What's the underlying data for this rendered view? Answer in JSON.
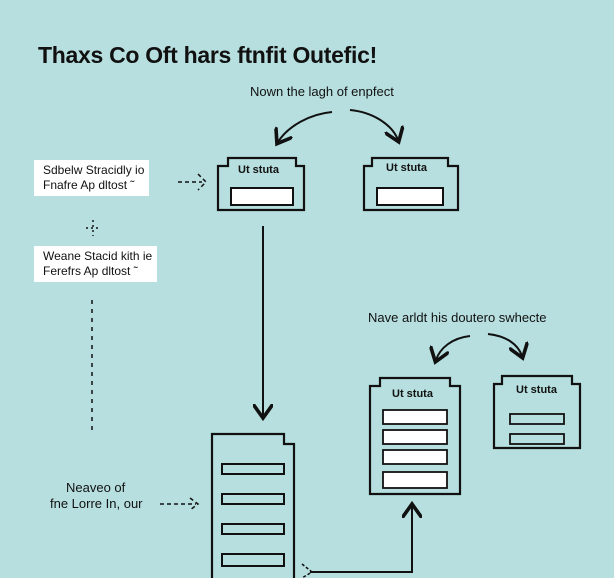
{
  "title": "Thaxs Co Oft hars ftnfit Outefic!",
  "top_caption": "Nown the lagh of enpfect",
  "mid_caption": "Nave arldt his doutero swhecte",
  "notes": [
    {
      "line1": "Sdbelw Stracidly io",
      "line2": "Fnafre Ap dltost ˜"
    },
    {
      "line1": "Weane Stacid kith ie",
      "line2": "Ferefrs Ap dltost ˜"
    }
  ],
  "bottom_note": {
    "line1": "Neaveo of",
    "line2": "fne Lorre In, our"
  },
  "boxes": {
    "top_left": "Ut stuta",
    "top_right": "Ut stuta",
    "mid_left": "Ut stuta",
    "mid_right": "Ut stuta"
  }
}
